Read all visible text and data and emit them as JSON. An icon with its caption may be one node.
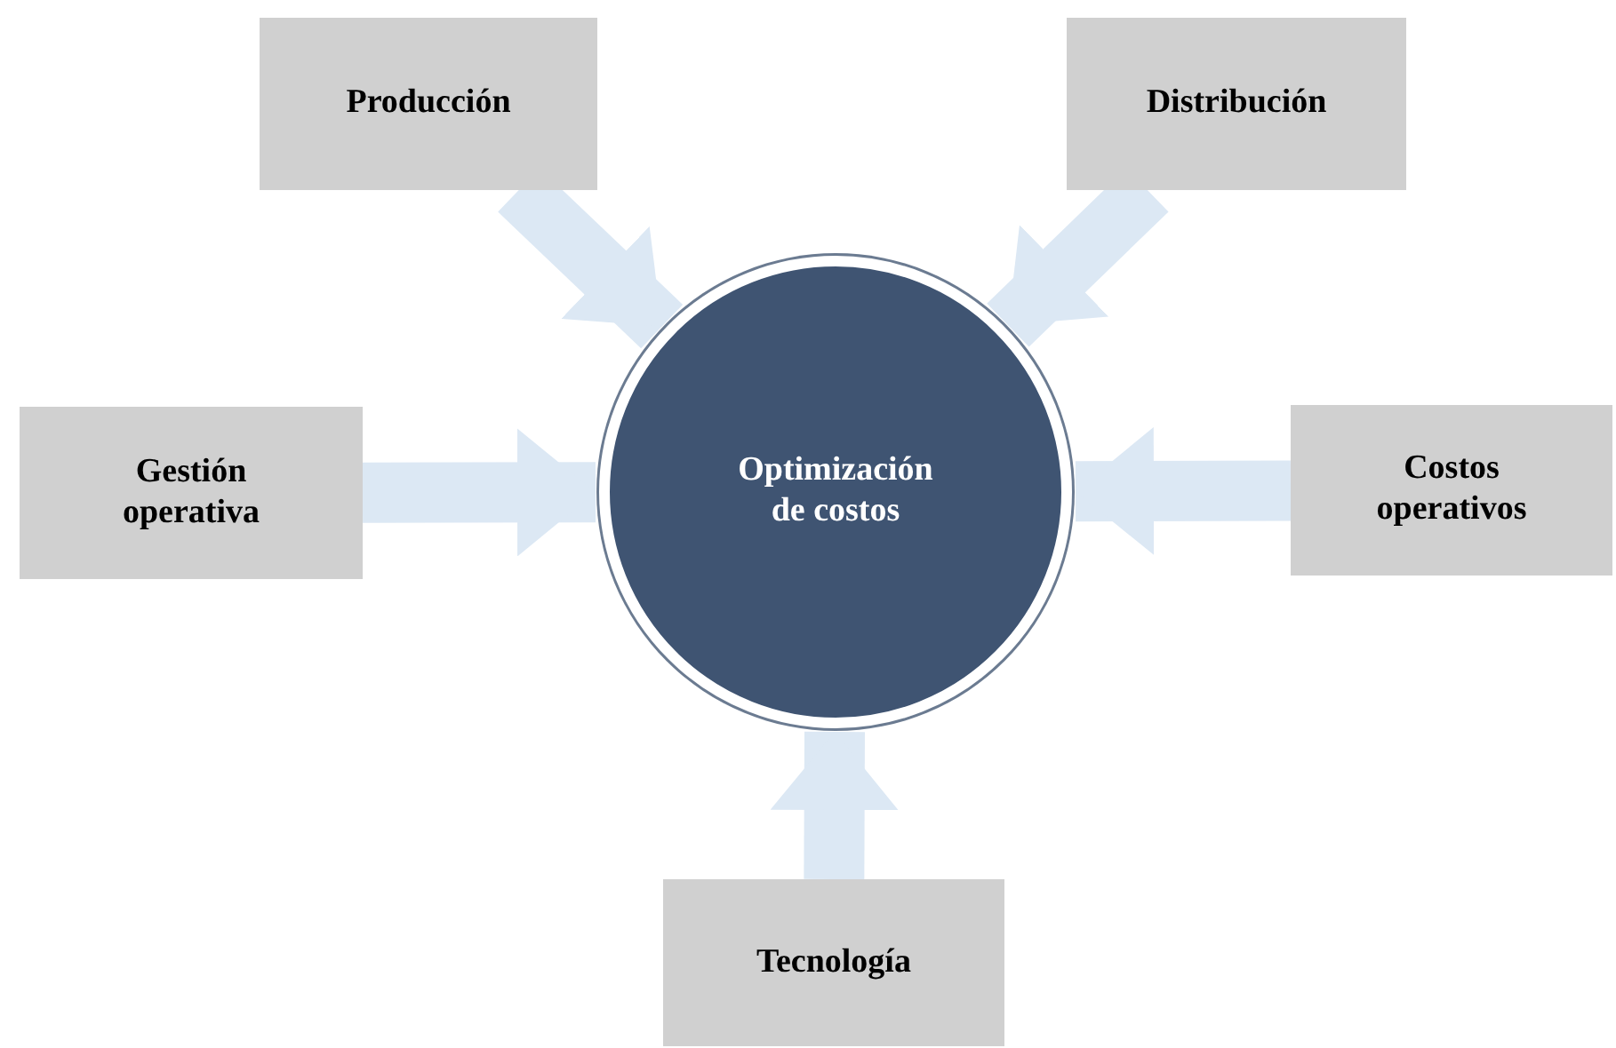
{
  "diagram": {
    "nodes": [
      {
        "text": [
          "Producción"
        ]
      },
      {
        "text": [
          "Distribución"
        ]
      },
      {
        "text": [
          "Gestión operativa"
        ]
      },
      {
        "text": [
          "Optimización de costos"
        ]
      },
      {
        "text": [
          "Costos operativos"
        ]
      },
      {
        "text": [
          "Tecnología"
        ]
      }
    ],
    "edges": [
      {
        "from": 0,
        "to": 3,
        "arrow": "to"
      },
      {
        "from": 1,
        "to": 3,
        "arrow": "to"
      },
      {
        "from": 2,
        "to": 3,
        "arrow": "to"
      },
      {
        "from": 4,
        "to": 3,
        "arrow": "to"
      },
      {
        "from": 5,
        "to": 3,
        "arrow": "to"
      }
    ]
  }
}
